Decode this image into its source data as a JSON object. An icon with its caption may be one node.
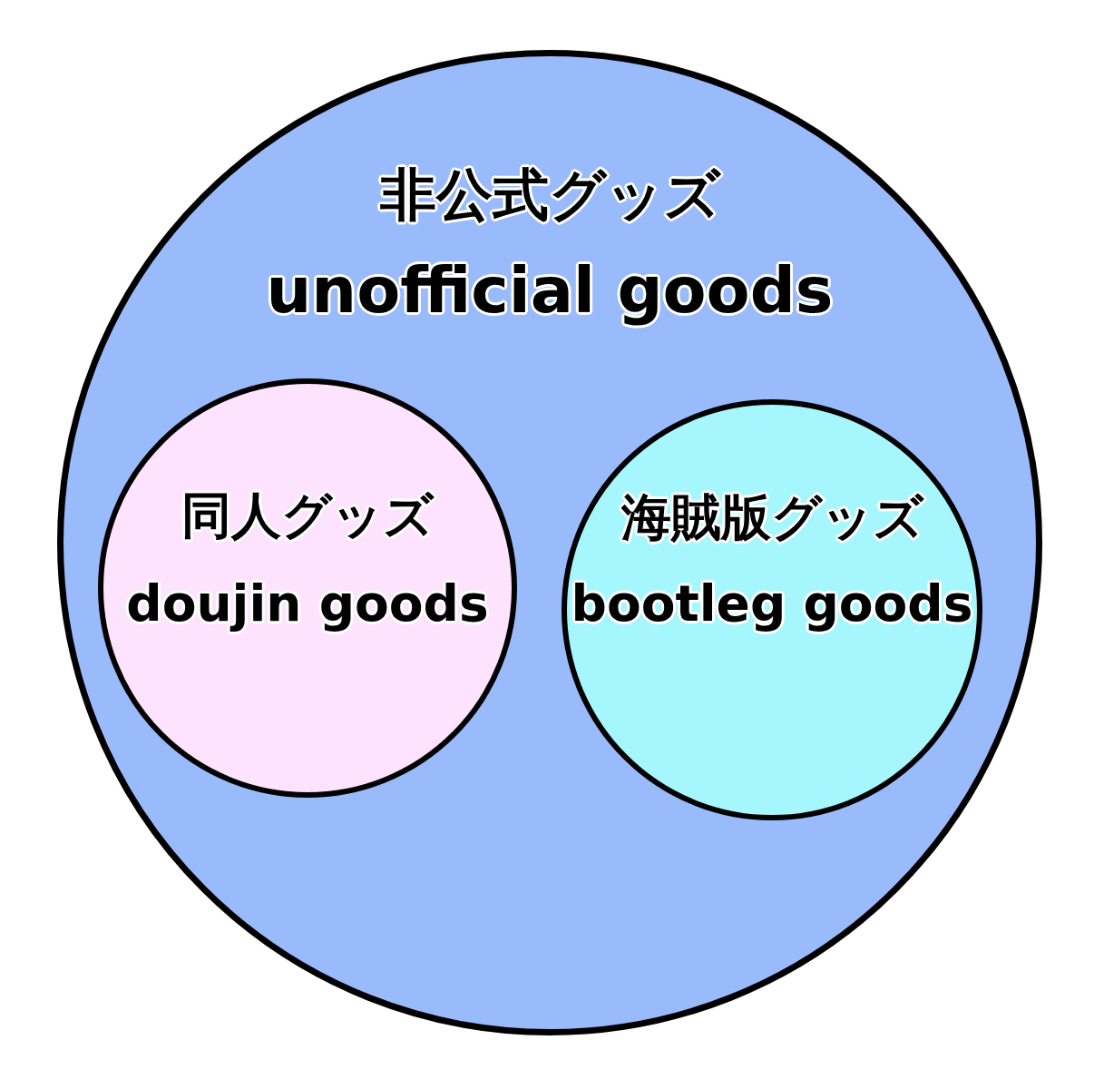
{
  "diagram": {
    "nodes": [
      {
        "text": [
          "非公式グッズ",
          "unofficial goods"
        ]
      },
      {
        "text": [
          "同人グッズ",
          "doujin goods"
        ],
        "in": 0
      },
      {
        "text": [
          "海賊版グッズ",
          "bootleg goods"
        ],
        "in": 0
      }
    ]
  }
}
